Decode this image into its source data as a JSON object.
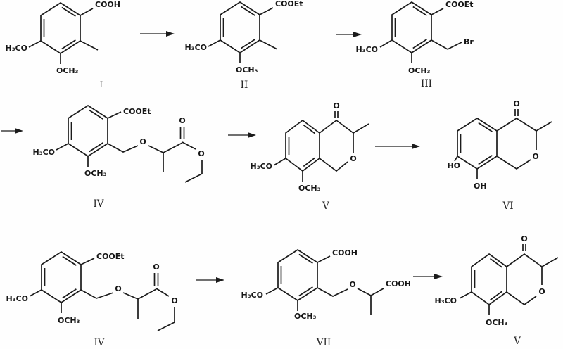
{
  "scheme": {
    "row1": {
      "c1": {
        "label": "I",
        "cooh": "COOH",
        "h3co": "H₃CO",
        "och3": "OCH₃"
      },
      "c2": {
        "label": "II",
        "cooet": "COOEt",
        "h3co": "H₃CO",
        "och3": "OCH₃"
      },
      "c3": {
        "label": "III",
        "cooet": "COOEt",
        "br": "Br",
        "h3co": "H₃CO",
        "och3": "OCH₃"
      }
    },
    "row2": {
      "c4": {
        "label": "IV",
        "cooet": "COOEt",
        "o_ether": "O",
        "o_carbonyl": "O",
        "o_ester": "O",
        "h3co": "H₃CO",
        "och3": "OCH₃"
      },
      "c5": {
        "label": "V",
        "o_ketone": "O",
        "o_ring": "O",
        "h3co": "H₃CO",
        "och3": "OCH₃"
      },
      "c6": {
        "label": "VI",
        "o_ketone": "O",
        "o_ring": "O",
        "ho": "HO",
        "oh": "OH"
      }
    },
    "row3": {
      "c4": {
        "label": "IV",
        "cooet": "COOEt",
        "o_ether": "O",
        "o_carbonyl": "O",
        "o_ester": "O",
        "h3co": "H₃CO",
        "och3": "OCH₃"
      },
      "c7": {
        "label": "VII",
        "cooh": "COOH",
        "o_ether": "O",
        "cooh_side": "COOH",
        "h3co": "H₃CO",
        "och3": "OCH₃"
      },
      "c5": {
        "label": "V",
        "o_ketone": "O",
        "o_ring": "O",
        "h3co": "H₃CO",
        "och3": "OCH₃"
      }
    }
  }
}
